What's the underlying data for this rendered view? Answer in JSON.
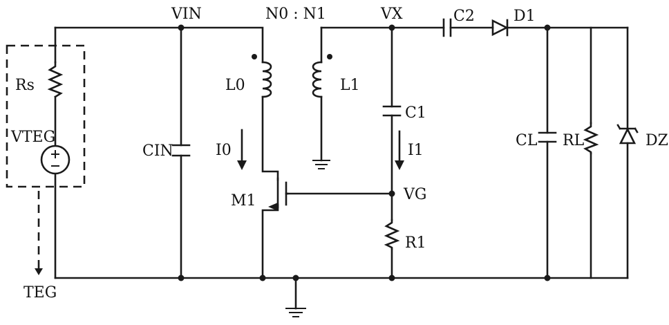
{
  "labels": {
    "vin": "VIN",
    "n0n1": "N0 : N1",
    "vx": "VX",
    "c2": "C2",
    "d1": "D1",
    "rs": "Rs",
    "vteg": "VTEG",
    "cin": "CIN",
    "l0": "L0",
    "l1": "L1",
    "c1": "C1",
    "i0": "I0",
    "i1": "I1",
    "cl": "CL",
    "rl": "RL",
    "dz": "DZ",
    "m1": "M1",
    "vg": "VG",
    "r1": "R1",
    "teg": "TEG"
  },
  "colors": {
    "ink": "#1a1a1a",
    "background": "#ffffff"
  }
}
